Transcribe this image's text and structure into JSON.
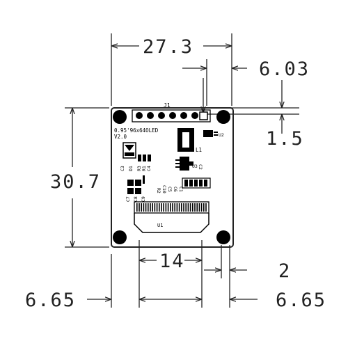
{
  "dimensions": {
    "top_width": "27.3",
    "top_right_offset": "6.03",
    "right_small": "1.5",
    "left_height": "30.7",
    "bottom_center": "14",
    "bottom_right_gap": "2",
    "bottom_left": "6.65",
    "bottom_right": "6.65"
  },
  "silkscreen": {
    "header_label": "J1",
    "model": "0.95'96x64OLED",
    "version": "V2.0",
    "inductor": "L1",
    "u2": "U2",
    "u3": "U3",
    "c2": "C2",
    "c3": "C3",
    "d1": "D1",
    "r3": "R3",
    "r1": "R1",
    "c4": "C4",
    "r2": "R2",
    "c10": "C10",
    "c5": "C5",
    "c6": "C6",
    "c1": "C1",
    "c7": "C7",
    "c8": "C8",
    "c9": "C9",
    "u1": "U1"
  },
  "colors": {
    "line": "#222222",
    "silk": "#000000",
    "background": "#ffffff"
  }
}
